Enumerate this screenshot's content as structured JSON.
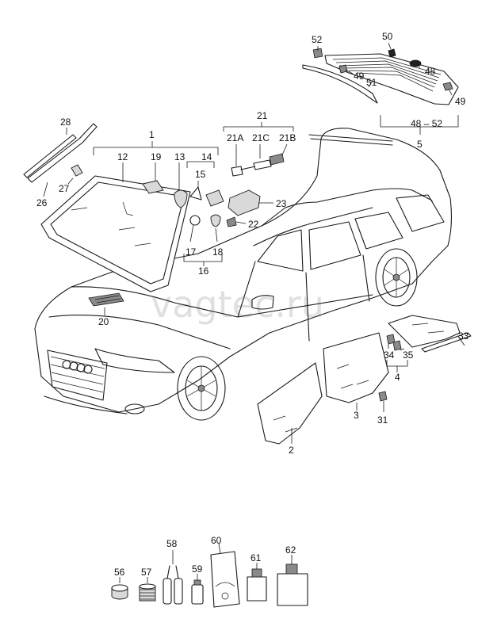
{
  "watermark": "vagtec.ru",
  "labels": {
    "l1": "1",
    "l2": "2",
    "l3": "3",
    "l4": "4",
    "l5": "5",
    "l12": "12",
    "l13": "13",
    "l14": "14",
    "l15": "15",
    "l16": "16",
    "l17": "17",
    "l18": "18",
    "l19": "19",
    "l20": "20",
    "l21": "21",
    "l21a": "21A",
    "l21b": "21B",
    "l21c": "21C",
    "l22": "22",
    "l23": "23",
    "l26": "26",
    "l27": "27",
    "l28": "28",
    "l31": "31",
    "l33": "33",
    "l34": "34",
    "l35": "35",
    "l48": "48",
    "l48_52": "48 – 52",
    "l49a": "49",
    "l49b": "49",
    "l50": "50",
    "l51": "51",
    "l52": "52",
    "l56": "56",
    "l57": "57",
    "l58": "58",
    "l59": "59",
    "l60": "60",
    "l61": "61",
    "l62": "62"
  }
}
